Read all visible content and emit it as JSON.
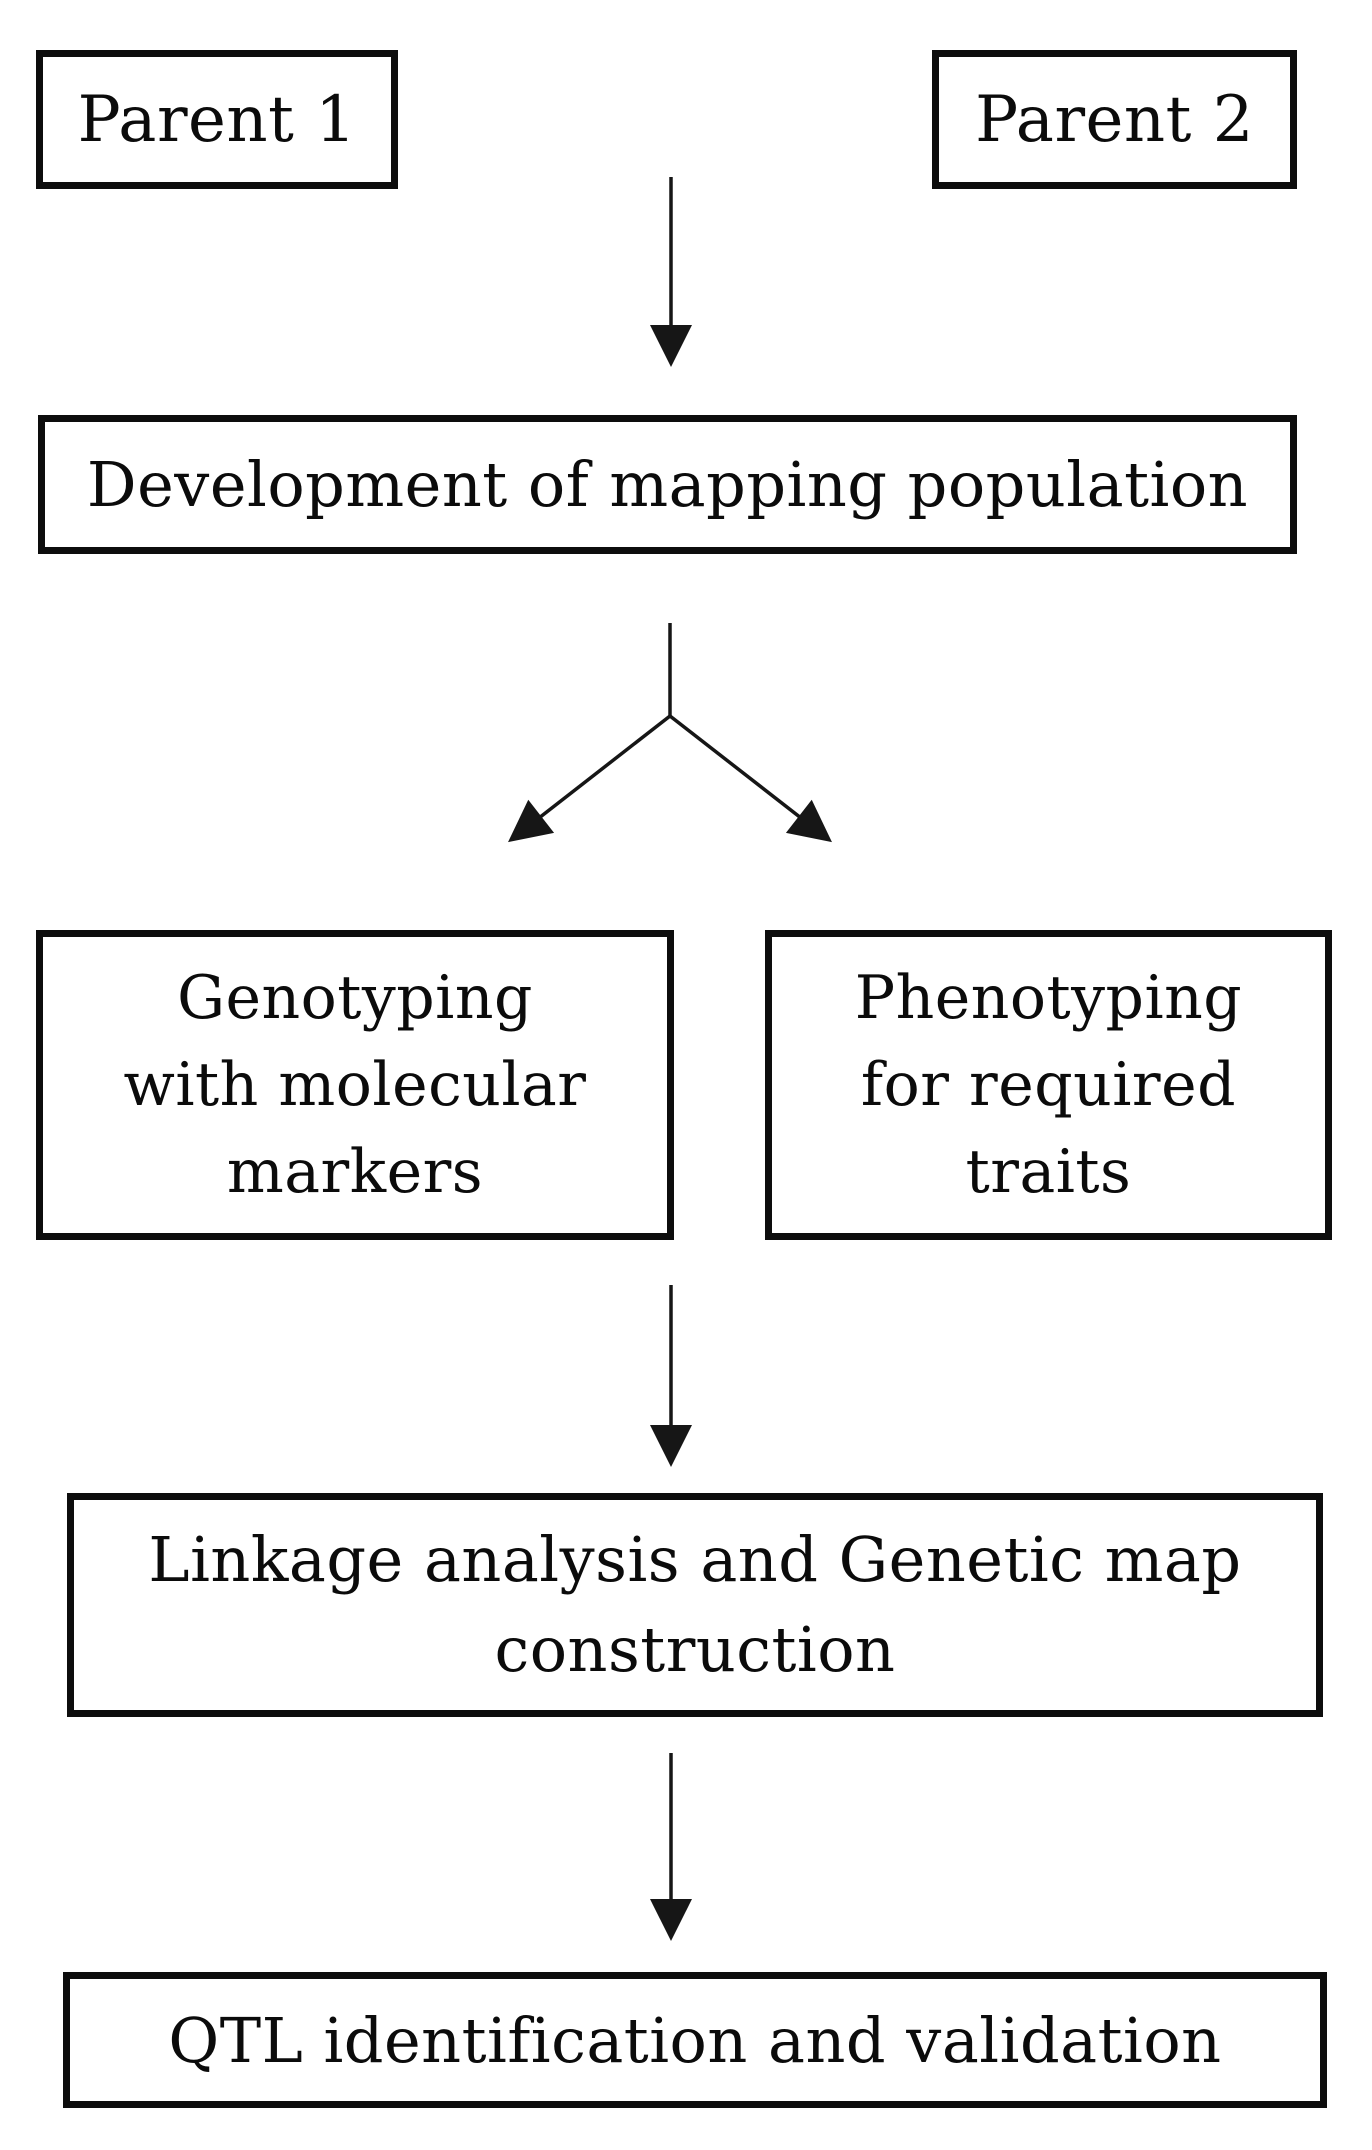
{
  "diagram": {
    "type": "flowchart",
    "nodes": {
      "parent1": {
        "label": "Parent 1"
      },
      "parent2": {
        "label": "Parent 2"
      },
      "development": {
        "label": "Development of mapping population"
      },
      "genotyping": {
        "label": "Genotyping with molecular markers",
        "lines": [
          "Genotyping",
          "with molecular",
          "markers"
        ]
      },
      "phenotyping": {
        "label": "Phenotyping for required traits",
        "lines": [
          "Phenotyping",
          "for required",
          "traits"
        ]
      },
      "linkage": {
        "label": "Linkage analysis and Genetic map construction",
        "lines": [
          "Linkage analysis and Genetic map",
          "construction"
        ]
      },
      "qtl": {
        "label": "QTL identification and validation"
      }
    },
    "edges": [
      {
        "from": "parent1 + parent2",
        "to": "development",
        "style": "straight-down-arrow"
      },
      {
        "from": "development",
        "to": "genotyping",
        "style": "fork-left-arrow"
      },
      {
        "from": "development",
        "to": "phenotyping",
        "style": "fork-right-arrow"
      },
      {
        "from": "genotyping + phenotyping",
        "to": "linkage",
        "style": "straight-down-arrow"
      },
      {
        "from": "linkage",
        "to": "qtl",
        "style": "straight-down-arrow"
      }
    ],
    "colors": {
      "box_border": "#0d0d0d",
      "text": "#0b0b0b",
      "arrow": "#161616",
      "background": "#ffffff"
    }
  }
}
